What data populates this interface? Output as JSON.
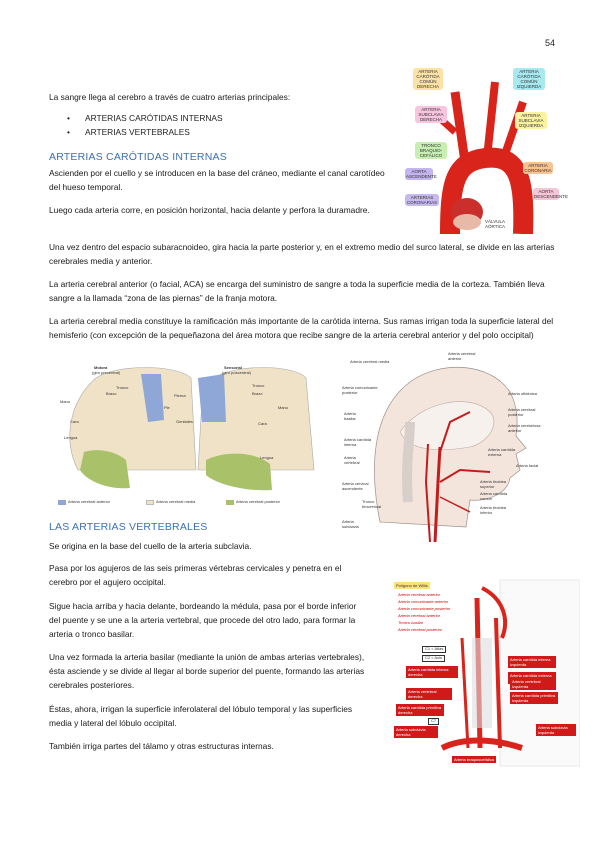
{
  "page_number": "54",
  "intro": "La sangre llega al cerebro a través de cuatro arterias principales:",
  "bullets": [
    "ARTERIAS CARÓTIDAS INTERNAS",
    "ARTERIAS VERTEBRALES"
  ],
  "section1": {
    "heading": "ARTERIAS CARÓTIDAS INTERNAS",
    "p1": "Ascienden por el cuello y se introducen en la base del cráneo, mediante el canal carotídeo del hueso temporal.",
    "p2": "Luego cada arteria corre, en posición horizontal, hacia delante y perfora la duramadre.",
    "p3": "Una vez dentro del espacio subaracnoideo, gira hacia la parte posterior y, en el extremo medio del surco lateral, se divide en las arterias cerebrales media y anterior.",
    "p4": "La arteria cerebral anterior (o facial, ACA) se encarga del suministro de sangre a toda la superficie media de la corteza. También lleva sangre a la llamada “zona de las piernas” de la franja motora.",
    "p5": "La arteria cerebral media constituye la ramificación más importante de la carótida interna. Sus ramas irrigan toda la superficie lateral del hemisferio (con excepción de la pequeñazona del área motora que recibe sangre de la arteria cerebral anterior y del polo occipital)"
  },
  "section2": {
    "heading": "LAS ARTERIAS VERTEBRALES",
    "p1": "Se origina en la base del cuello de la arteria subclavia.",
    "p2": "Pasa por los agujeros de las seis primeras vértebras cervicales y penetra en el cerebro por el agujero occipital.",
    "p3": "Sigue hacia arriba y hacia delante, bordeando la médula, pasa por el borde inferior del puente y se une a la arteria vertebral, que procede del otro lado, para formar la arteria o tronco basilar.",
    "p4": "Una vez formada la arteria basilar (mediante la unión de ambas arterias vertebrales), ésta asciende y se divide al llegar al borde superior del puente, formando las arterias cerebrales posteriores.",
    "p5": "Éstas, ahora, irrigan la superficie inferolateral del lóbulo temporal y las superficies media y lateral del lóbulo occipital.",
    "p6": "También irriga partes del tálamo y otras estructuras internas."
  },
  "aorta_figure": {
    "labels": {
      "carotida_der": "ARTERIA CARÓTIDA COMÚN DERECHA",
      "carotida_izq": "ARTERIA CARÓTIDA COMÚN IZQUIERDA",
      "subclavia_der": "ARTERIA SUBCLAVIA DERECHA",
      "subclavia_izq": "ARTERIA SUBCLAVIA IZQUIERDA",
      "tronco": "TRONCO BRAQUIO-CEFÁLICO",
      "aorta_asc": "AORTA ASCENDENTE",
      "aorta_desc": "AORTA DESCENDENTE",
      "arteria_coronaria": "ARTERIA CORONARIA",
      "arterias_coronarias": "ARTERIAS CORONARIAS",
      "valvula": "VÁLVULA AÓRTICA"
    }
  },
  "homunculus_figure": {
    "motora_title": "Motora",
    "motora_sub": "(giro precentral)",
    "sensorial_title": "Sensorial",
    "sensorial_sub": "(giro poscentral)",
    "labels": {
      "tronco": "Tronco",
      "brazo": "Brazo",
      "pierna": "Pierna",
      "pie": "Pie",
      "genitales": "Genitales",
      "mano": "Mano",
      "cara": "Cara",
      "lengua": "Lengua",
      "tronco2": "Tronco",
      "brazo2": "Brazo",
      "mano2": "Mano",
      "cara2": "Cara",
      "lengua2": "Lengua"
    },
    "legend": [
      "Arteria cerebral anterior",
      "Arteria cerebral media",
      "Arteria cerebral posterior"
    ],
    "colors": {
      "anterior": "#8ea7d6",
      "media": "#f0e2c6",
      "posterior": "#a9c26a"
    }
  },
  "head_figure": {
    "labels": {
      "cerebral_anterior": "Arteria cerebral anterior",
      "cerebral_media": "Arteria cerebral media",
      "comunicante_posterior": "Arteria comunicante posterior",
      "oftalmica": "Arteria oftálmica",
      "cerebral_posterior": "Arteria cerebral posterior",
      "basilar": "Arteria basilar",
      "cerebelosa": "Arteria cerebelosa anterior",
      "carotida_interna": "Arteria carótida interna",
      "vertebral": "Arteria vertebral",
      "carotida_externa": "Arteria carótida externa",
      "facial": "Arteria facial",
      "cervical_ascendente": "Arteria cervical ascendente",
      "tiroidea_superior": "Arteria tiroidea superior",
      "tronco_tirocervical": "Tronco tirocervical",
      "carotida_comun": "Arteria carótida común",
      "subclavia": "Arteria subclavia",
      "tiroidea_inferior": "Arteria tiroidea inferior"
    }
  },
  "willis_figure": {
    "title": "Polígono de Willis",
    "willis_labels": [
      "Arteria cerebral anterior",
      "Arteria comunicante anterior",
      "Arteria comunicante posterior",
      "Arteria cerebral anterior",
      "Tronco basilar",
      "Arteria cerebral posterior"
    ],
    "vertebra_labels": [
      "C1 = Atlas",
      "C2 = Axis",
      "C6",
      "C7"
    ],
    "red_labels": {
      "carotida_interna_der": "Arteria carótida interna derecha",
      "carotida_interna_izq": "Arteria carótida interna izquierda",
      "carotida_externa": "Arteria carótida externa izquierda",
      "vertebral_der": "Arteria vertebral derecha",
      "vertebral_izq": "Arteria vertebral izquierda",
      "carotida_comun_der": "Arteria carótida primitiva derecha",
      "carotida_comun_izq": "Arteria carótida primitiva izquierda",
      "subclavia_der": "Arteria subclavia derecha",
      "subclavia_izq": "Arteria subclavia izquierda",
      "braquiocefalico": "Arteria braquiocefálica"
    }
  }
}
